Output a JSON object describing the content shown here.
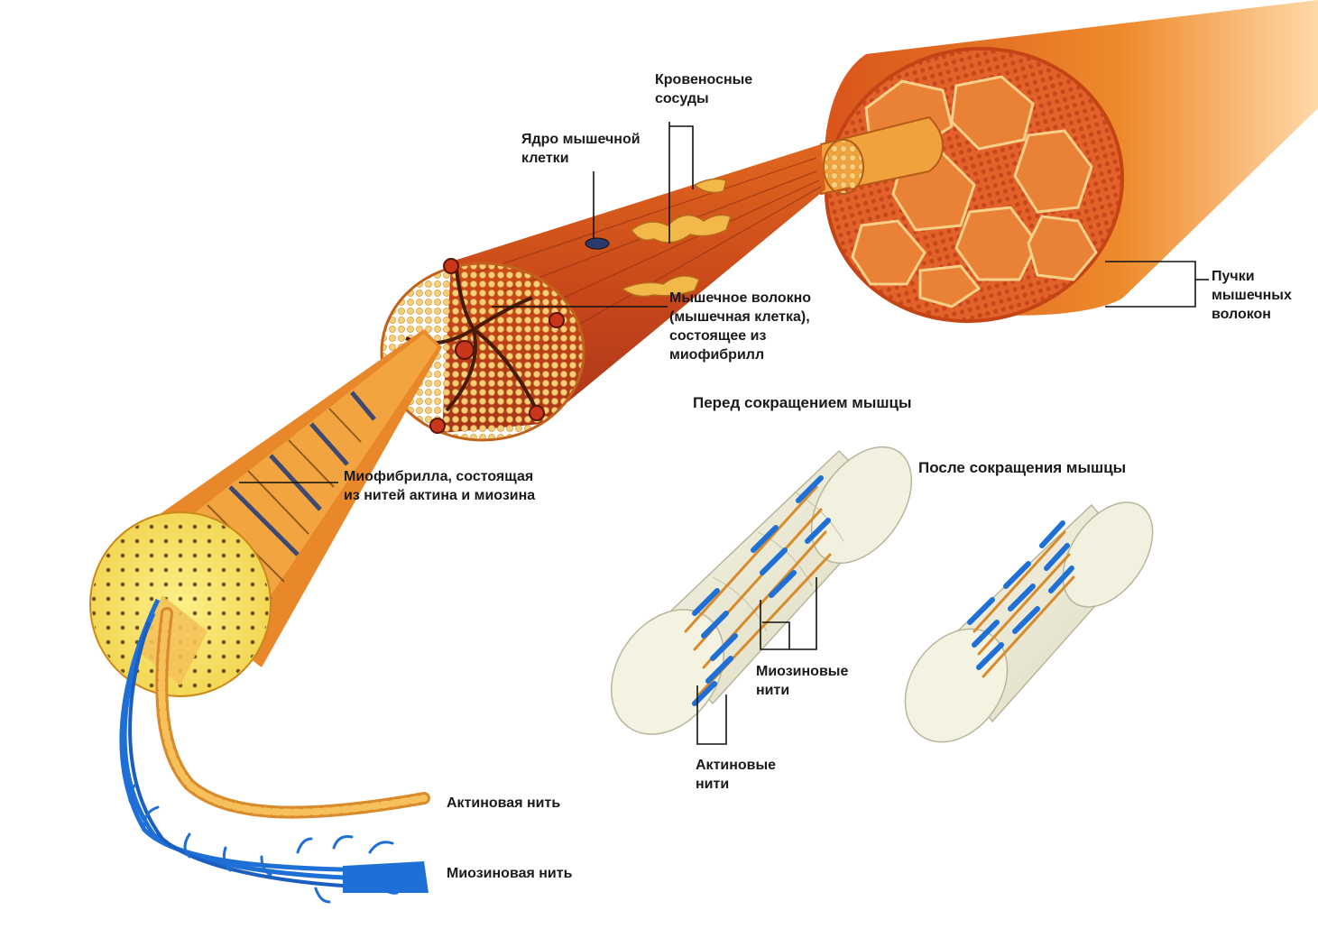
{
  "labels": {
    "blood_vessels": "Кровеносные\nсосуды",
    "nucleus": "Ядро мышечной\nклетки",
    "muscle_fiber": "Мышечное волокно\n(мышечная клетка),\nсостоящее из\nмиофибрилл",
    "bundles": "Пучки\nмышечных\nволокон",
    "myofibril": "Миофибрилла, состоящая\nиз нитей актина и миозина",
    "actin_filament": "Актиновая нить",
    "myosin_filament": "Миозиновая нить",
    "myosin_threads": "Миозиновые\nнити",
    "actin_threads": "Актиновые\nнити"
  },
  "headings": {
    "before": "Перед сокращением мышцы",
    "after": "После сокращения мышцы"
  },
  "colors": {
    "muscle_red": "#d9541a",
    "muscle_orange": "#ee7a22",
    "fiber_tan": "#f2c06a",
    "myofibril_yellow": "#f7e66a",
    "myosin_blue": "#1e6fd6",
    "actin_orange": "#d98a2a",
    "sarcomere_cream": "#efeed8"
  }
}
